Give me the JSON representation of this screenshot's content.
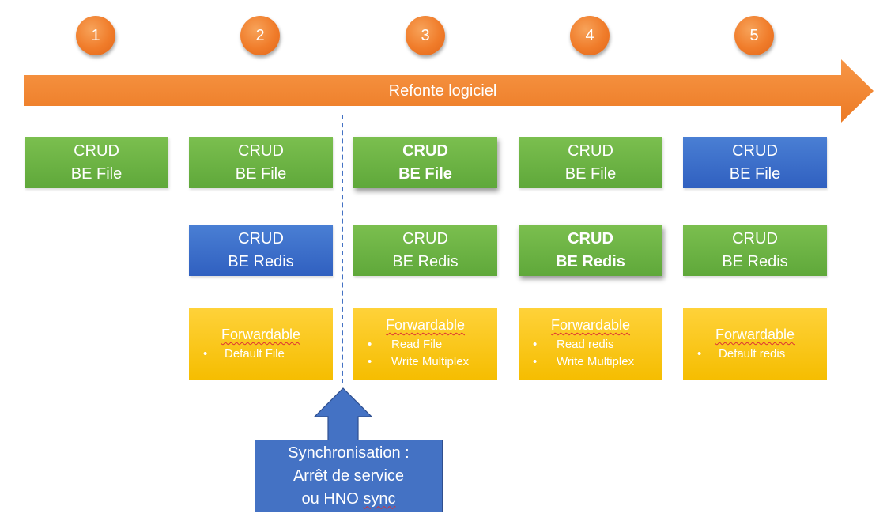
{
  "steps": [
    "1",
    "2",
    "3",
    "4",
    "5"
  ],
  "arrow": {
    "label": "Refonte logiciel"
  },
  "columns": [
    {
      "file": {
        "line1": "CRUD",
        "line2": "BE File"
      }
    },
    {
      "file": {
        "line1": "CRUD",
        "line2": "BE File"
      },
      "redis": {
        "line1": "CRUD",
        "line2": "BE Redis"
      },
      "forwardable": {
        "title": "Forwardable",
        "items": [
          "Default File"
        ]
      }
    },
    {
      "file": {
        "line1": "CRUD",
        "line2": "BE File"
      },
      "redis": {
        "line1": "CRUD",
        "line2": "BE Redis"
      },
      "forwardable": {
        "title": "Forwardable",
        "items": [
          "Read File",
          "Write Multiplex"
        ]
      }
    },
    {
      "file": {
        "line1": "CRUD",
        "line2": "BE File"
      },
      "redis": {
        "line1": "CRUD",
        "line2": "BE Redis"
      },
      "forwardable": {
        "title": "Forwardable",
        "items": [
          "Read redis",
          "Write Multiplex"
        ]
      }
    },
    {
      "file": {
        "line1": "CRUD",
        "line2": "BE File"
      },
      "redis": {
        "line1": "CRUD",
        "line2": "BE Redis"
      },
      "forwardable": {
        "title": "Forwardable",
        "items": [
          "Default redis"
        ]
      }
    }
  ],
  "sync": {
    "line1": "Synchronisation :",
    "line2": "Arrêt de service",
    "line3_a": "ou HNO ",
    "line3_b": "sync"
  },
  "colors": {
    "orange": "#f07c2a",
    "green": "#6bb142",
    "blue": "#4472c4",
    "yellow": "#ffc000"
  }
}
